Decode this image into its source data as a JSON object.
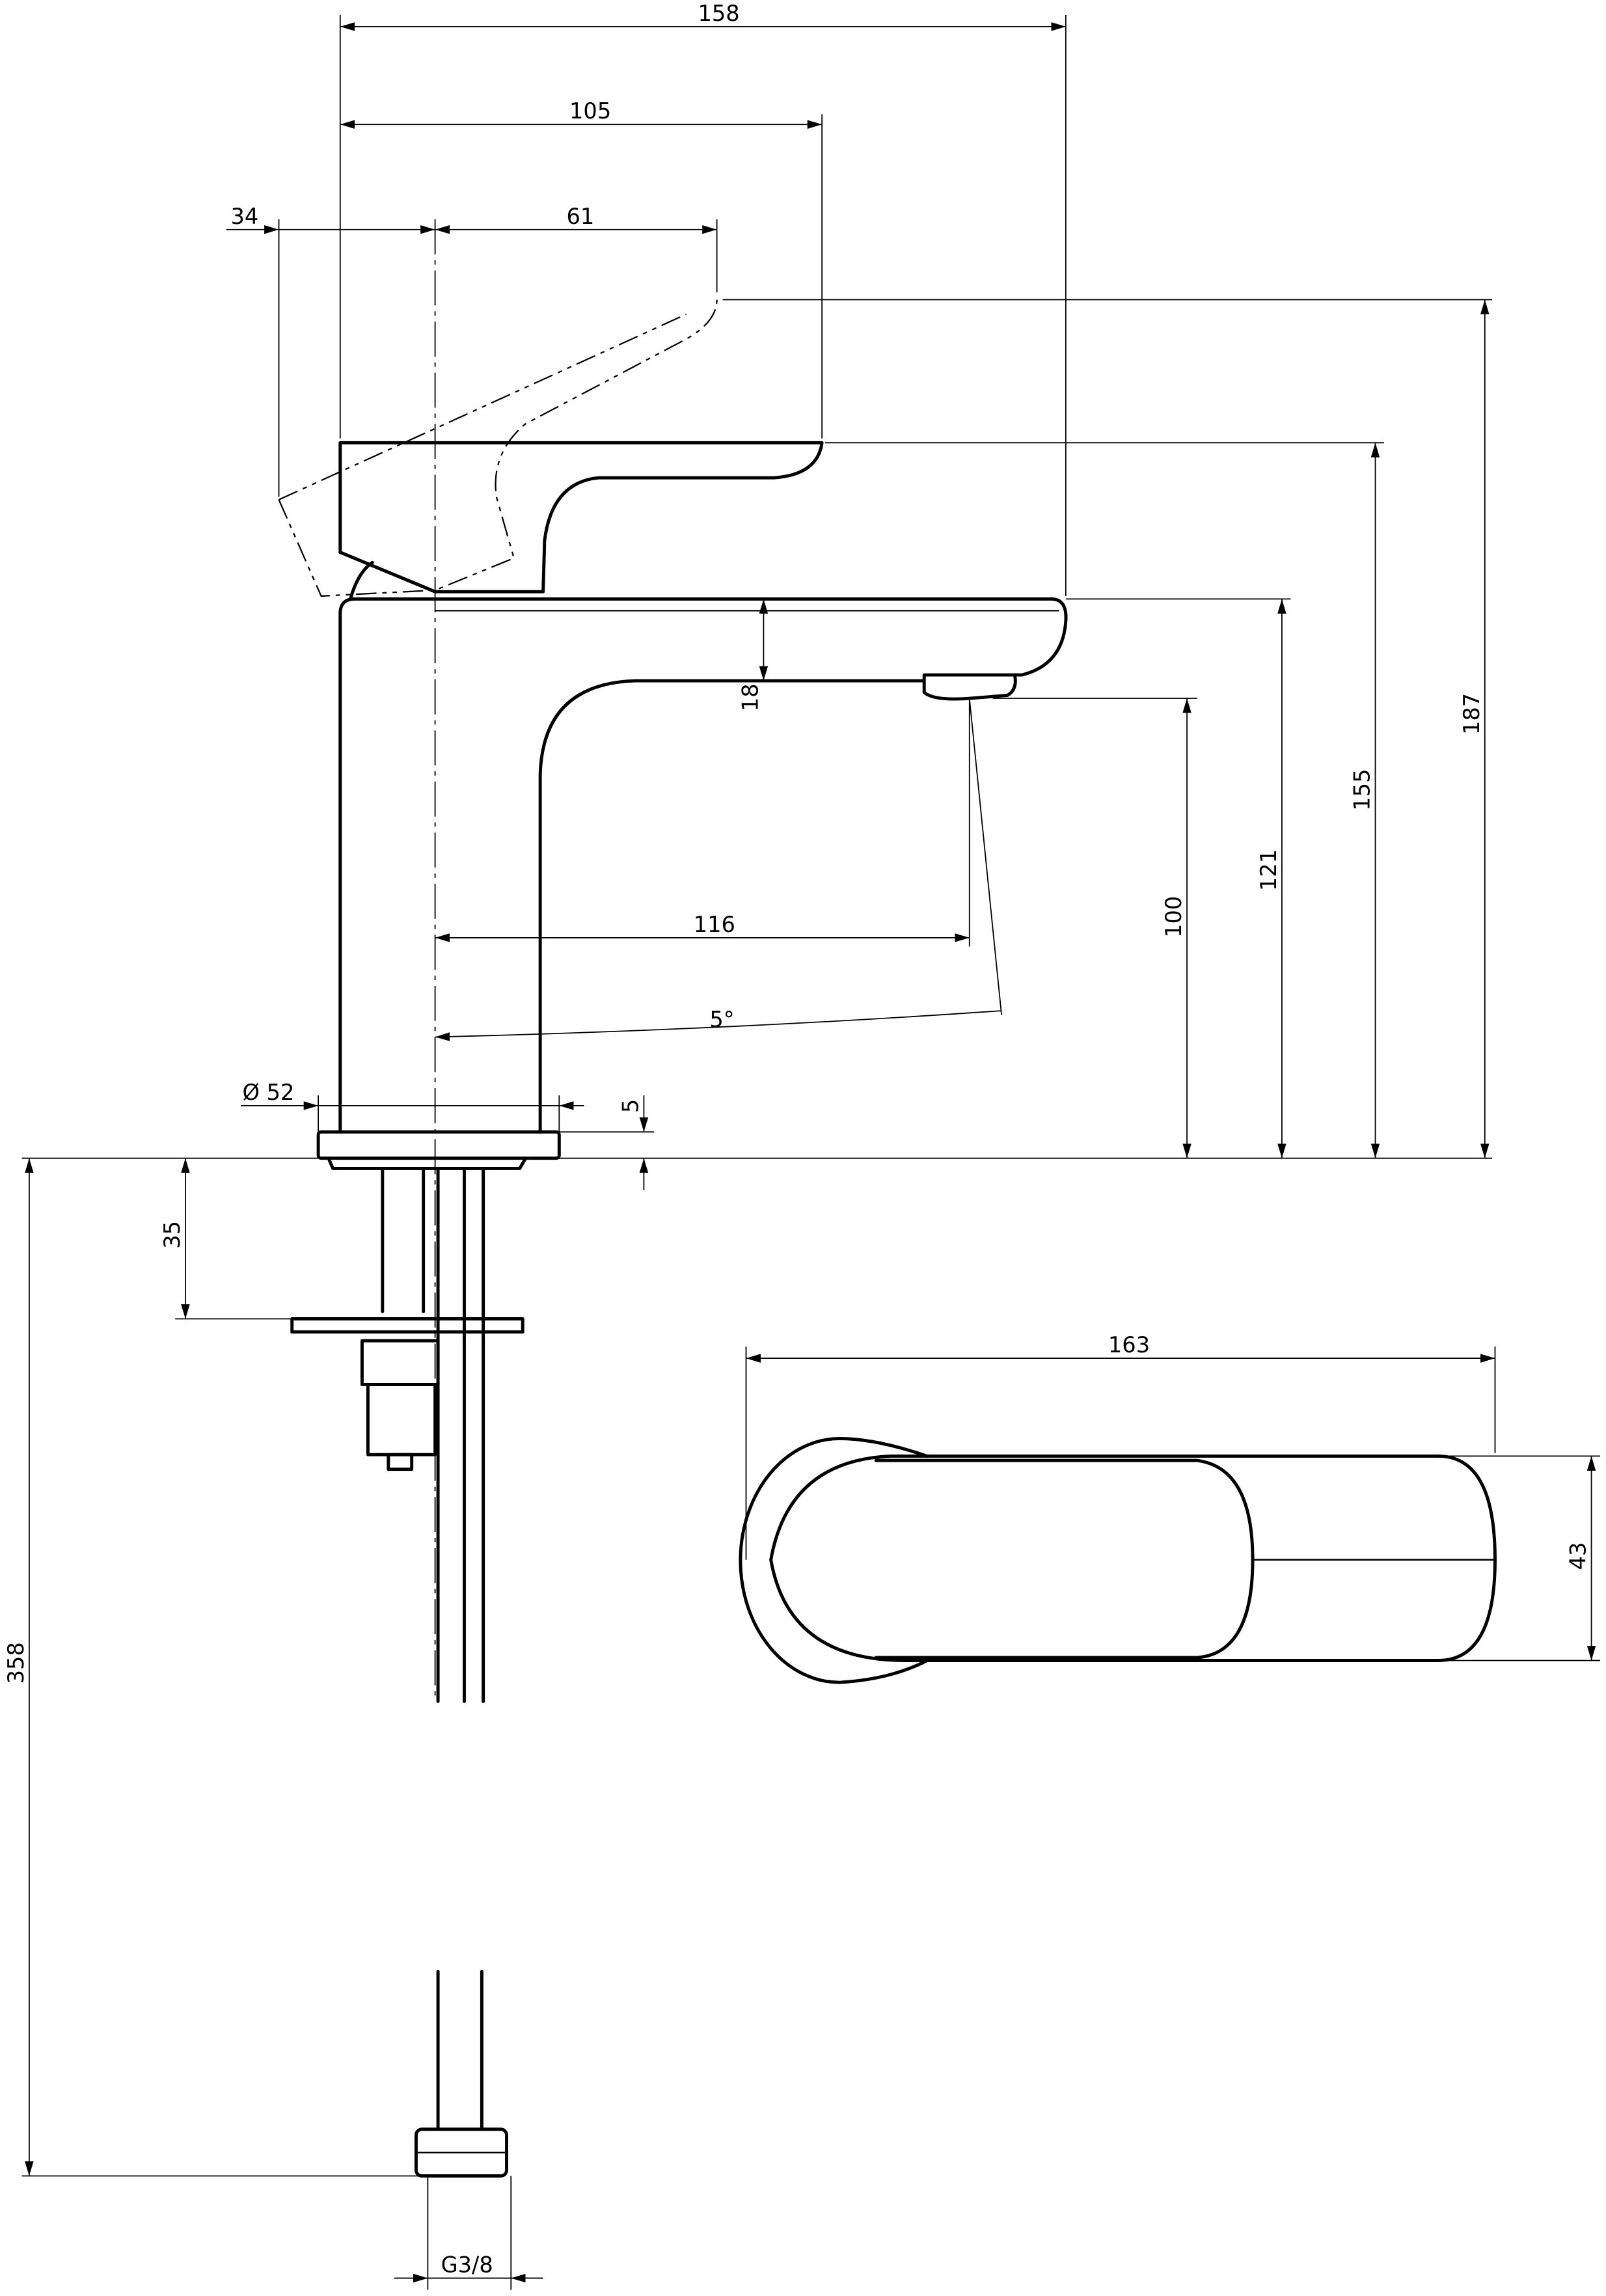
{
  "title": "Basin mixer technical drawing",
  "dimensions": {
    "overall_reach": "158",
    "handle_reach": "105",
    "handle_back": "34",
    "handle_open_reach": "61",
    "max_height": "187",
    "handle_height": "155",
    "spout_height": "121",
    "outlet_height": "100",
    "spout_thickness": "18",
    "outlet_reach": "116",
    "spout_angle": "5°",
    "base_diameter": "Ø 52",
    "base_height": "5",
    "shank_depth": "35",
    "hose_length": "358",
    "top_view_length": "163",
    "top_view_width": "43",
    "connection": "G3/8"
  },
  "colors": {
    "line": "#000000",
    "background": "#ffffff"
  }
}
